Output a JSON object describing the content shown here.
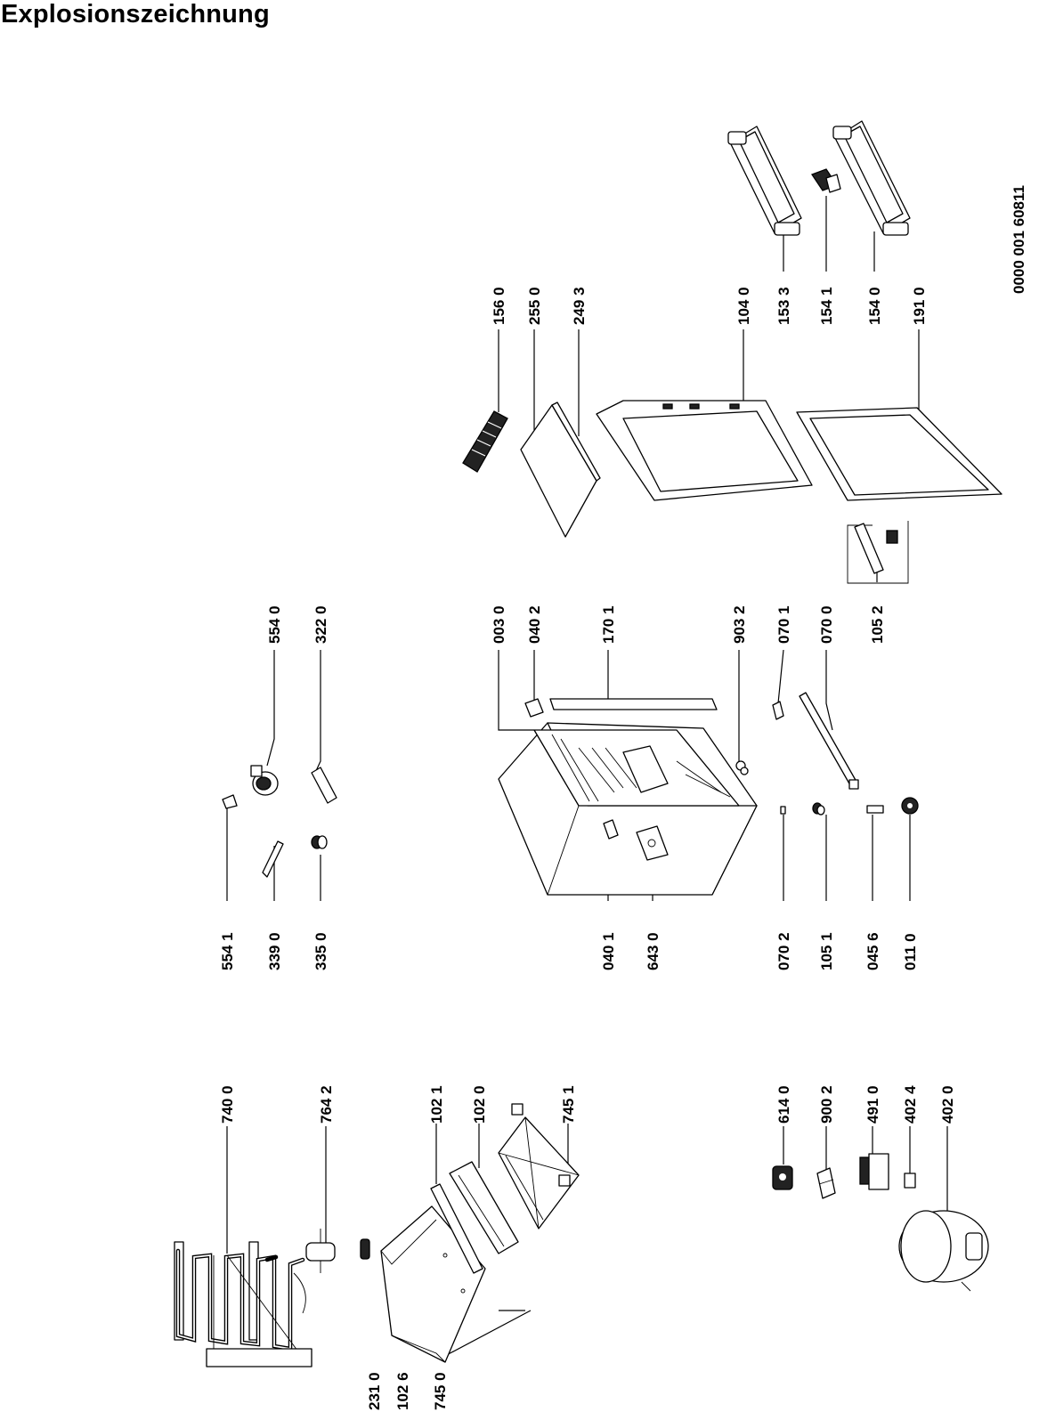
{
  "page": {
    "title": "Explosionszeichnung",
    "document_number": "0000 001 60811"
  },
  "parts": [
    {
      "code": "740 0"
    },
    {
      "code": "764 2"
    },
    {
      "code": "102 1"
    },
    {
      "code": "102 0"
    },
    {
      "code": "745 1"
    },
    {
      "code": "231 0"
    },
    {
      "code": "102 6"
    },
    {
      "code": "745 0"
    },
    {
      "code": "614 0"
    },
    {
      "code": "900 2"
    },
    {
      "code": "491 0"
    },
    {
      "code": "402 4"
    },
    {
      "code": "402 0"
    },
    {
      "code": "554 1"
    },
    {
      "code": "339 0"
    },
    {
      "code": "335 0"
    },
    {
      "code": "554 0"
    },
    {
      "code": "322 0"
    },
    {
      "code": "040 1"
    },
    {
      "code": "643 0"
    },
    {
      "code": "070 2"
    },
    {
      "code": "105 1"
    },
    {
      "code": "045 6"
    },
    {
      "code": "011 0"
    },
    {
      "code": "003 0"
    },
    {
      "code": "040 2"
    },
    {
      "code": "170 1"
    },
    {
      "code": "903 2"
    },
    {
      "code": "070 1"
    },
    {
      "code": "070 0"
    },
    {
      "code": "105 2"
    },
    {
      "code": "156 0"
    },
    {
      "code": "255 0"
    },
    {
      "code": "249 3"
    },
    {
      "code": "104 0"
    },
    {
      "code": "191 0"
    },
    {
      "code": "153 3"
    },
    {
      "code": "154 1"
    },
    {
      "code": "154 0"
    }
  ]
}
